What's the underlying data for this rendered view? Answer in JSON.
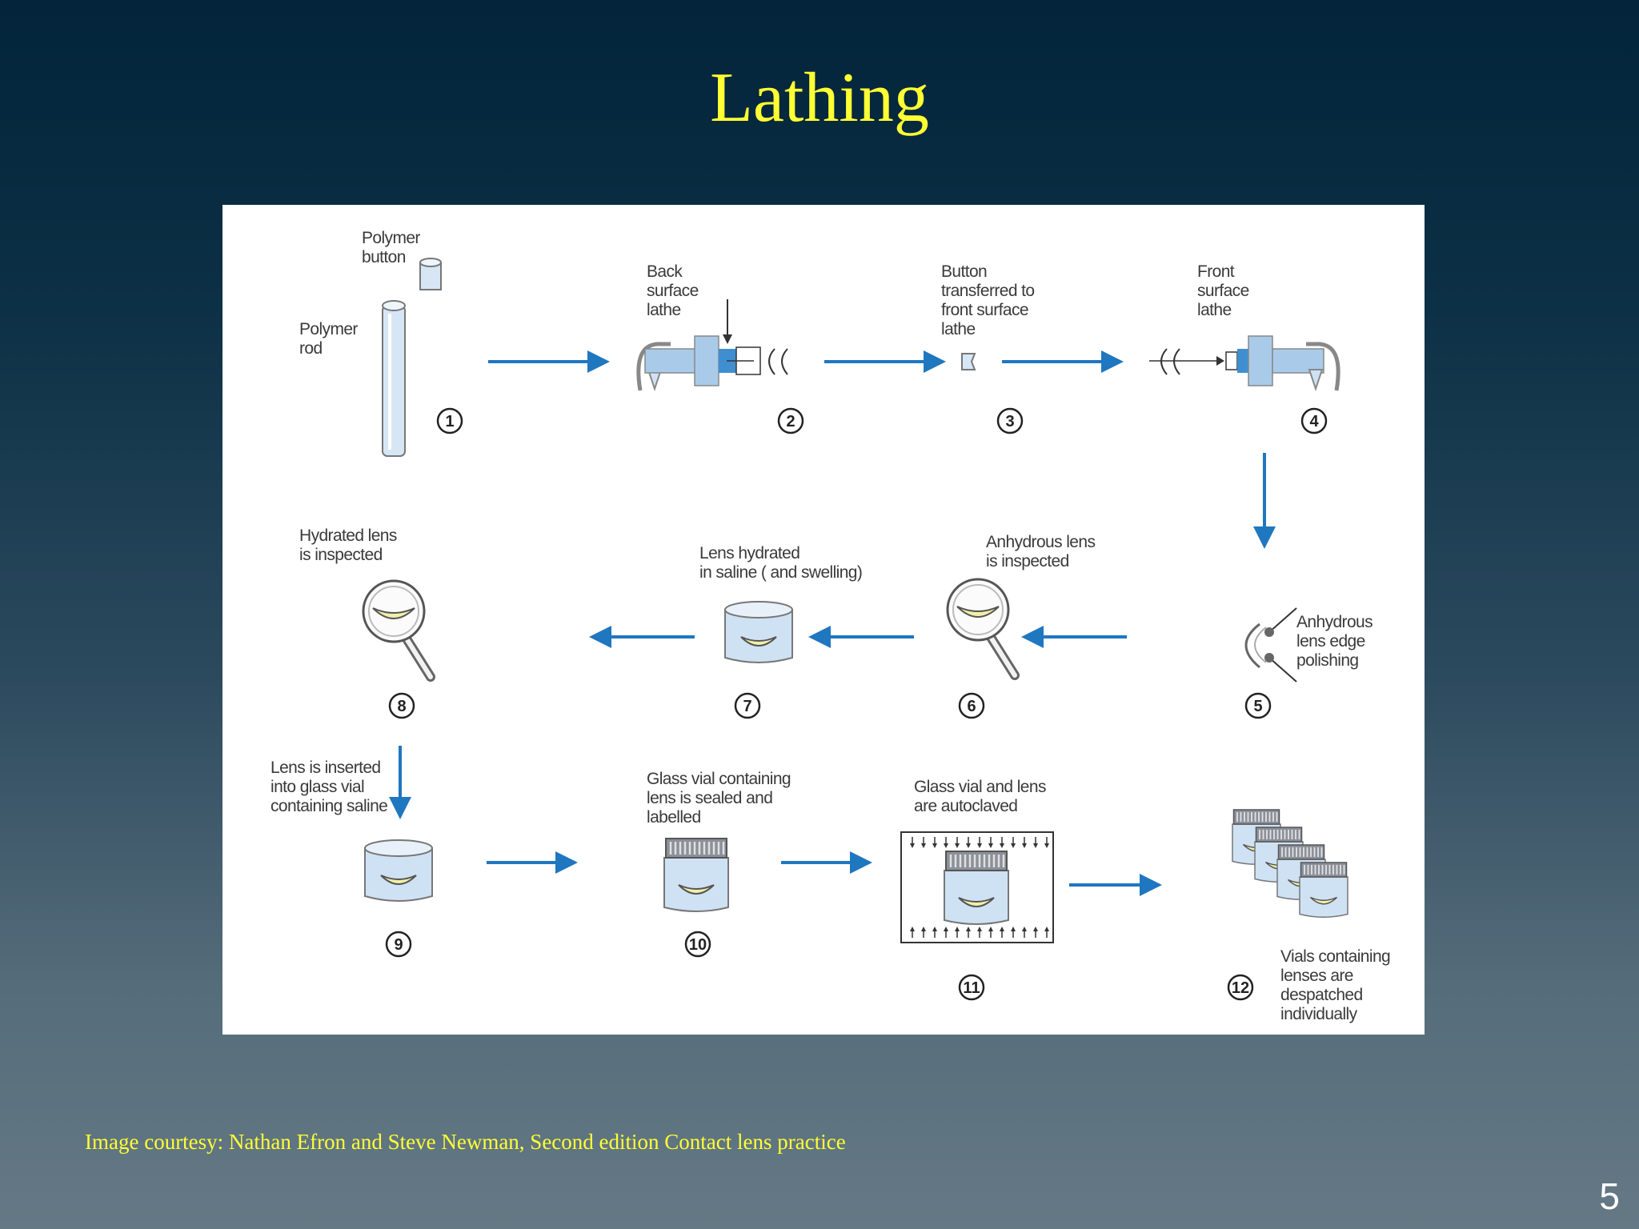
{
  "slide": {
    "title": "Lathing",
    "credit": "Image courtesy: Nathan Efron and Steve Newman, Second edition Contact lens practice",
    "page_number": "5"
  },
  "diagram": {
    "labels": {
      "polymer_button": [
        "Polymer",
        "button"
      ],
      "polymer_rod": [
        "Polymer",
        "rod"
      ],
      "back_lathe": [
        "Back",
        "surface",
        "lathe"
      ],
      "button_transfer": [
        "Button",
        "transferred to",
        "front surface",
        "lathe"
      ],
      "front_lathe": [
        "Front",
        "surface",
        "lathe"
      ],
      "edge_polishing": [
        "Anhydrous",
        "lens edge",
        "polishing"
      ],
      "anhydrous_inspected": [
        "Anhydrous lens",
        "is inspected"
      ],
      "lens_hydrated": [
        "Lens hydrated",
        "in saline ( and swelling)"
      ],
      "hydrated_inspected": [
        "Hydrated lens",
        "is inspected"
      ],
      "lens_inserted": [
        "Lens is inserted",
        "into glass vial",
        "containing saline"
      ],
      "vial_sealed": [
        "Glass vial containing",
        "lens is sealed and",
        "labelled"
      ],
      "autoclaved": [
        "Glass vial and lens",
        "are autoclaved"
      ],
      "dispatched": [
        "Vials containing",
        "lenses are",
        "despatched",
        "individually"
      ]
    },
    "steps": [
      "1",
      "2",
      "3",
      "4",
      "5",
      "6",
      "7",
      "8",
      "9",
      "10",
      "11",
      "12"
    ],
    "colors": {
      "arrow": "#1f77c0",
      "part": "#a9cbe9",
      "part_dark": "#3f8fd0",
      "lens": "#f2f0a8",
      "line": "#444444"
    }
  }
}
